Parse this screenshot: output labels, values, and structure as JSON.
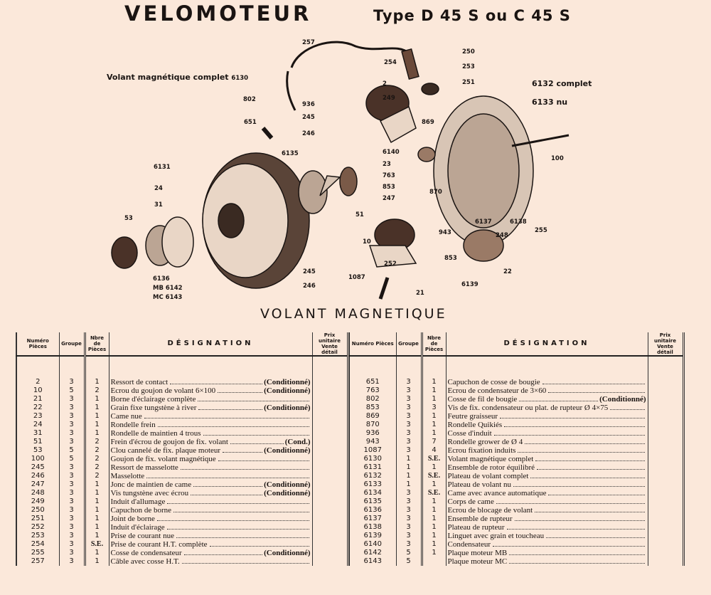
{
  "header": {
    "title": "VELOMOTEUR",
    "subtitle": "Type D 45 S ou C 45 S"
  },
  "diagram": {
    "caption": "Volant magnétique complet",
    "caption_ref": "6130",
    "callouts": [
      "257",
      "250",
      "254",
      "253",
      "251",
      "802",
      "936",
      "2",
      "249",
      "6132 complet",
      "6133 nu",
      "651",
      "245",
      "246",
      "869",
      "6135",
      "6140",
      "100",
      "6131",
      "23",
      "763",
      "853",
      "870",
      "24",
      "31",
      "247",
      "53",
      "51",
      "10",
      "6137",
      "6138",
      "943",
      "248",
      "255",
      "853",
      "22",
      "6139",
      "252",
      "245",
      "246",
      "1087",
      "21",
      "6136",
      "MB 6142",
      "MC 6143"
    ]
  },
  "section_title": "VOLANT MAGNETIQUE",
  "table": {
    "headers": {
      "num": "Numéro Pièces",
      "group": "Groupe",
      "qty": "Nbre de Pièces",
      "designation": "DÉSIGNATION",
      "price": "Prix unitaire Vente détail"
    },
    "left": [
      {
        "num": "2",
        "group": "3",
        "qty": "1",
        "name": "Ressort de contact",
        "note": "(Conditionné)"
      },
      {
        "num": "10",
        "group": "5",
        "qty": "2",
        "name": "Ecrou du goujon de volant 6×100",
        "note": "(Conditionné)"
      },
      {
        "num": "21",
        "group": "3",
        "qty": "1",
        "name": "Borne d'éclairage complète",
        "note": ""
      },
      {
        "num": "22",
        "group": "3",
        "qty": "1",
        "name": "Grain fixe tungstène à river",
        "note": "(Conditionné)"
      },
      {
        "num": "23",
        "group": "3",
        "qty": "1",
        "name": "Came nue",
        "note": ""
      },
      {
        "num": "24",
        "group": "3",
        "qty": "1",
        "name": "Rondelle frein",
        "note": ""
      },
      {
        "num": "31",
        "group": "3",
        "qty": "1",
        "name": "Rondelle de maintien 4 trous",
        "note": ""
      },
      {
        "num": "51",
        "group": "3",
        "qty": "2",
        "name": "Frein d'écrou de goujon de fix. volant",
        "note": "(Cond.)"
      },
      {
        "num": "53",
        "group": "5",
        "qty": "2",
        "name": "Clou cannelé de fix. plaque moteur",
        "note": "(Conditionné)"
      },
      {
        "num": "100",
        "group": "5",
        "qty": "2",
        "name": "Goujon de fix. volant magnétique",
        "note": ""
      },
      {
        "num": "245",
        "group": "3",
        "qty": "2",
        "name": "Ressort de masselotte",
        "note": ""
      },
      {
        "num": "246",
        "group": "3",
        "qty": "2",
        "name": "Masselotte",
        "note": ""
      },
      {
        "num": "247",
        "group": "3",
        "qty": "1",
        "name": "Jonc de maintien de came",
        "note": "(Conditionné)"
      },
      {
        "num": "248",
        "group": "3",
        "qty": "1",
        "name": "Vis tungstène avec écrou",
        "note": "(Conditionné)"
      },
      {
        "num": "249",
        "group": "3",
        "qty": "1",
        "name": "Induit d'allumage",
        "note": ""
      },
      {
        "num": "250",
        "group": "3",
        "qty": "1",
        "name": "Capuchon de borne",
        "note": ""
      },
      {
        "num": "251",
        "group": "3",
        "qty": "1",
        "name": "Joint de borne",
        "note": ""
      },
      {
        "num": "252",
        "group": "3",
        "qty": "1",
        "name": "Induit d'éclairage",
        "note": ""
      },
      {
        "num": "253",
        "group": "3",
        "qty": "1",
        "name": "Prise de courant nue",
        "note": ""
      },
      {
        "num": "254",
        "group": "3",
        "qty": "S.E.",
        "name": "Prise de courant H.T. complète",
        "note": ""
      },
      {
        "num": "255",
        "group": "3",
        "qty": "1",
        "name": "Cosse de condensateur",
        "note": "(Conditionné)"
      },
      {
        "num": "257",
        "group": "3",
        "qty": "1",
        "name": "Câble avec cosse H.T.",
        "note": ""
      }
    ],
    "right": [
      {
        "num": "651",
        "group": "3",
        "qty": "1",
        "name": "Capuchon de cosse de bougie",
        "note": ""
      },
      {
        "num": "763",
        "group": "3",
        "qty": "1",
        "name": "Ecrou de condensateur de 3×60",
        "note": ""
      },
      {
        "num": "802",
        "group": "3",
        "qty": "1",
        "name": "Cosse de fil de bougie",
        "note": "(Conditionné)"
      },
      {
        "num": "853",
        "group": "3",
        "qty": "3",
        "name": "Vis de fix. condensateur ou plat. de rupteur Ø 4×75",
        "note": ""
      },
      {
        "num": "869",
        "group": "3",
        "qty": "1",
        "name": "Feutre graisseur",
        "note": ""
      },
      {
        "num": "870",
        "group": "3",
        "qty": "1",
        "name": "Rondelle Quikiés",
        "note": ""
      },
      {
        "num": "936",
        "group": "3",
        "qty": "1",
        "name": "Cosse d'induit",
        "note": ""
      },
      {
        "num": "943",
        "group": "3",
        "qty": "7",
        "name": "Rondelle grower de Ø 4",
        "note": ""
      },
      {
        "num": "1087",
        "group": "3",
        "qty": "4",
        "name": "Ecrou fixation induits",
        "note": ""
      },
      {
        "num": "6130",
        "group": "1",
        "qty": "S.E.",
        "name": "Volant magnétique complet",
        "note": ""
      },
      {
        "num": "6131",
        "group": "1",
        "qty": "1",
        "name": "Ensemble de rotor équilibré",
        "note": ""
      },
      {
        "num": "6132",
        "group": "1",
        "qty": "S.E.",
        "name": "Plateau de volant complet",
        "note": ""
      },
      {
        "num": "6133",
        "group": "1",
        "qty": "1",
        "name": "Plateau de volant nu",
        "note": ""
      },
      {
        "num": "6134",
        "group": "3",
        "qty": "S.E.",
        "name": "Came avec avance automatique",
        "note": ""
      },
      {
        "num": "6135",
        "group": "3",
        "qty": "1",
        "name": "Corps de came",
        "note": ""
      },
      {
        "num": "6136",
        "group": "3",
        "qty": "1",
        "name": "Ecrou de blocage de volant",
        "note": ""
      },
      {
        "num": "6137",
        "group": "3",
        "qty": "1",
        "name": "Ensemble de rupteur",
        "note": ""
      },
      {
        "num": "6138",
        "group": "3",
        "qty": "1",
        "name": "Plateau de rupteur",
        "note": ""
      },
      {
        "num": "6139",
        "group": "3",
        "qty": "1",
        "name": "Linguet avec grain et toucheau",
        "note": ""
      },
      {
        "num": "6140",
        "group": "3",
        "qty": "1",
        "name": "Condensateur",
        "note": ""
      },
      {
        "num": "6142",
        "group": "5",
        "qty": "1",
        "name": "Plaque moteur MB",
        "note": ""
      },
      {
        "num": "6143",
        "group": "5",
        "qty": "",
        "name": "Plaque moteur MC",
        "note": ""
      }
    ]
  }
}
